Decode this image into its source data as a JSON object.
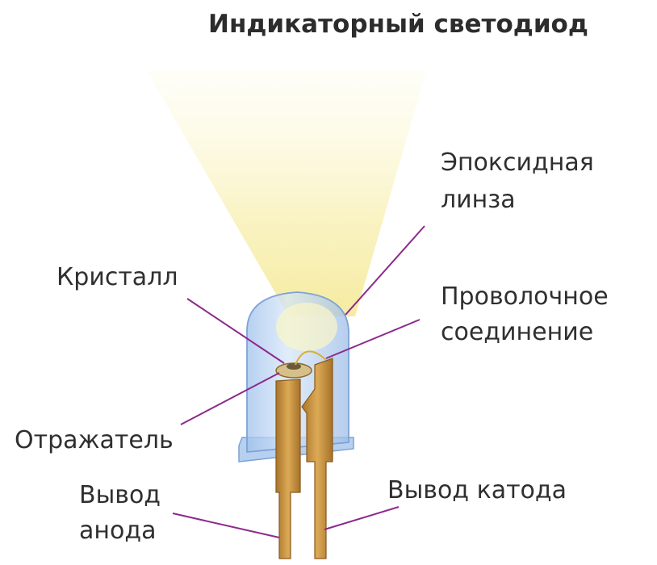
{
  "title": "Индикаторный светодиод",
  "labels": {
    "epoxy_lens": [
      "Эпоксидная",
      "линза"
    ],
    "crystal": "Кристалл",
    "wire_bond": [
      "Проволочное",
      "соединение"
    ],
    "reflector": "Отражатель",
    "anode_lead": [
      "Вывод",
      "анода"
    ],
    "cathode_lead": "Вывод катода"
  },
  "colors": {
    "leader_line": "#8b2a8b",
    "lead_metal": "#c9943f",
    "lens": "#a9c8ee",
    "glow": "#fbf6c8"
  }
}
